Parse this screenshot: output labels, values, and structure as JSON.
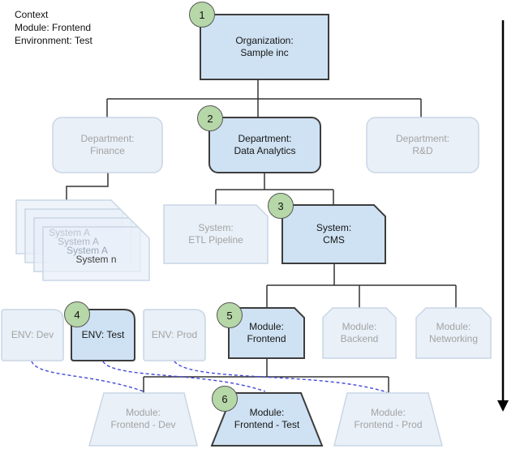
{
  "context": {
    "lines": [
      "Context",
      "Module: Frontend",
      "Environment: Test"
    ]
  },
  "colors": {
    "active_fill": "#cfe2f3",
    "active_stroke": "#3d3d3d",
    "faded_fill": "#e9f0f8",
    "faded_stroke": "#c9d6e5",
    "badge_fill": "#b6d7a8",
    "dashed_link": "#4449d8",
    "connector": "#333333"
  },
  "nodes": {
    "org": {
      "badge": "1",
      "line1": "Organization:",
      "line2": "Sample inc"
    },
    "dept_finance": {
      "line1": "Department:",
      "line2": "Finance"
    },
    "dept_analytics": {
      "badge": "2",
      "line1": "Department:",
      "line2": "Data Analytics"
    },
    "dept_rd": {
      "line1": "Department:",
      "line2": "R&D"
    },
    "stack": {
      "line1": "System A",
      "line2": "System A",
      "line3": "System A",
      "line4": "System n"
    },
    "sys_etl": {
      "line1": "System:",
      "line2": "ETL Pipeline"
    },
    "sys_cms": {
      "badge": "3",
      "line1": "System:",
      "line2": "CMS"
    },
    "env_dev": {
      "line1": "ENV: Dev"
    },
    "env_test": {
      "badge": "4",
      "line1": "ENV: Test"
    },
    "env_prod": {
      "line1": "ENV: Prod"
    },
    "mod_frontend": {
      "badge": "5",
      "line1": "Module:",
      "line2": "Frontend"
    },
    "mod_backend": {
      "line1": "Module:",
      "line2": "Backend"
    },
    "mod_networking": {
      "line1": "Module:",
      "line2": "Networking"
    },
    "inst_dev": {
      "line1": "Module:",
      "line2": "Frontend - Dev"
    },
    "inst_test": {
      "badge": "6",
      "line1": "Module:",
      "line2": "Frontend - Test"
    },
    "inst_prod": {
      "line1": "Module:",
      "line2": "Frontend - Prod"
    }
  }
}
